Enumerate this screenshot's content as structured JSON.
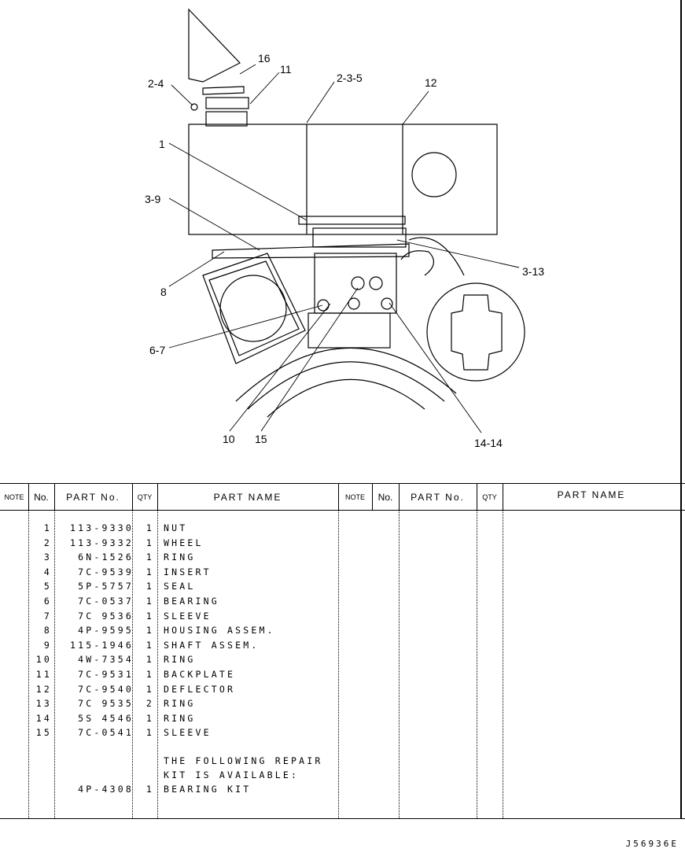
{
  "callouts": [
    "16",
    "11",
    "2-4",
    "2-3-5",
    "12",
    "1",
    "3-9",
    "8",
    "3-13",
    "6-7",
    "10",
    "15",
    "14-14"
  ],
  "table": {
    "headers_left": {
      "note": "NOTE",
      "no": "No.",
      "part_no": "PART No.",
      "qty": "QTY",
      "part_name": "PART NAME"
    },
    "headers_right": {
      "note": "NOTE",
      "no": "No.",
      "part_no": "PART No.",
      "qty": "QTY",
      "part_name": "PART NAME"
    },
    "rows": [
      {
        "no": "1",
        "part_no": "113-9330",
        "qty": "1",
        "name": "NUT"
      },
      {
        "no": "2",
        "part_no": "113-9332",
        "qty": "1",
        "name": "WHEEL"
      },
      {
        "no": "3",
        "part_no": "6N-1526",
        "qty": "1",
        "name": "RING"
      },
      {
        "no": "4",
        "part_no": "7C-9539",
        "qty": "1",
        "name": "INSERT"
      },
      {
        "no": "5",
        "part_no": "5P-5757",
        "qty": "1",
        "name": "SEAL"
      },
      {
        "no": "6",
        "part_no": "7C-0537",
        "qty": "1",
        "name": "BEARING"
      },
      {
        "no": "7",
        "part_no": "7C 9536",
        "qty": "1",
        "name": "SLEEVE"
      },
      {
        "no": "8",
        "part_no": "4P-9595",
        "qty": "1",
        "name": "HOUSING ASSEM."
      },
      {
        "no": "9",
        "part_no": "115-1946",
        "qty": "1",
        "name": "SHAFT ASSEM."
      },
      {
        "no": "10",
        "part_no": "4W-7354",
        "qty": "1",
        "name": "RING"
      },
      {
        "no": "11",
        "part_no": "7C-9531",
        "qty": "1",
        "name": "BACKPLATE"
      },
      {
        "no": "12",
        "part_no": "7C-9540",
        "qty": "1",
        "name": "DEFLECTOR"
      },
      {
        "no": "13",
        "part_no": "7C 9535",
        "qty": "2",
        "name": "RING"
      },
      {
        "no": "14",
        "part_no": "5S 4546",
        "qty": "1",
        "name": "RING"
      },
      {
        "no": "15",
        "part_no": "7C-0541",
        "qty": "1",
        "name": "SLEEVE"
      }
    ],
    "repair_note_line1": "THE FOLLOWING REPAIR",
    "repair_note_line2": "KIT IS AVAILABLE:",
    "kit": {
      "part_no": "4P-4308",
      "qty": "1",
      "name": "BEARING KIT"
    }
  },
  "footer_code": "J56936E"
}
